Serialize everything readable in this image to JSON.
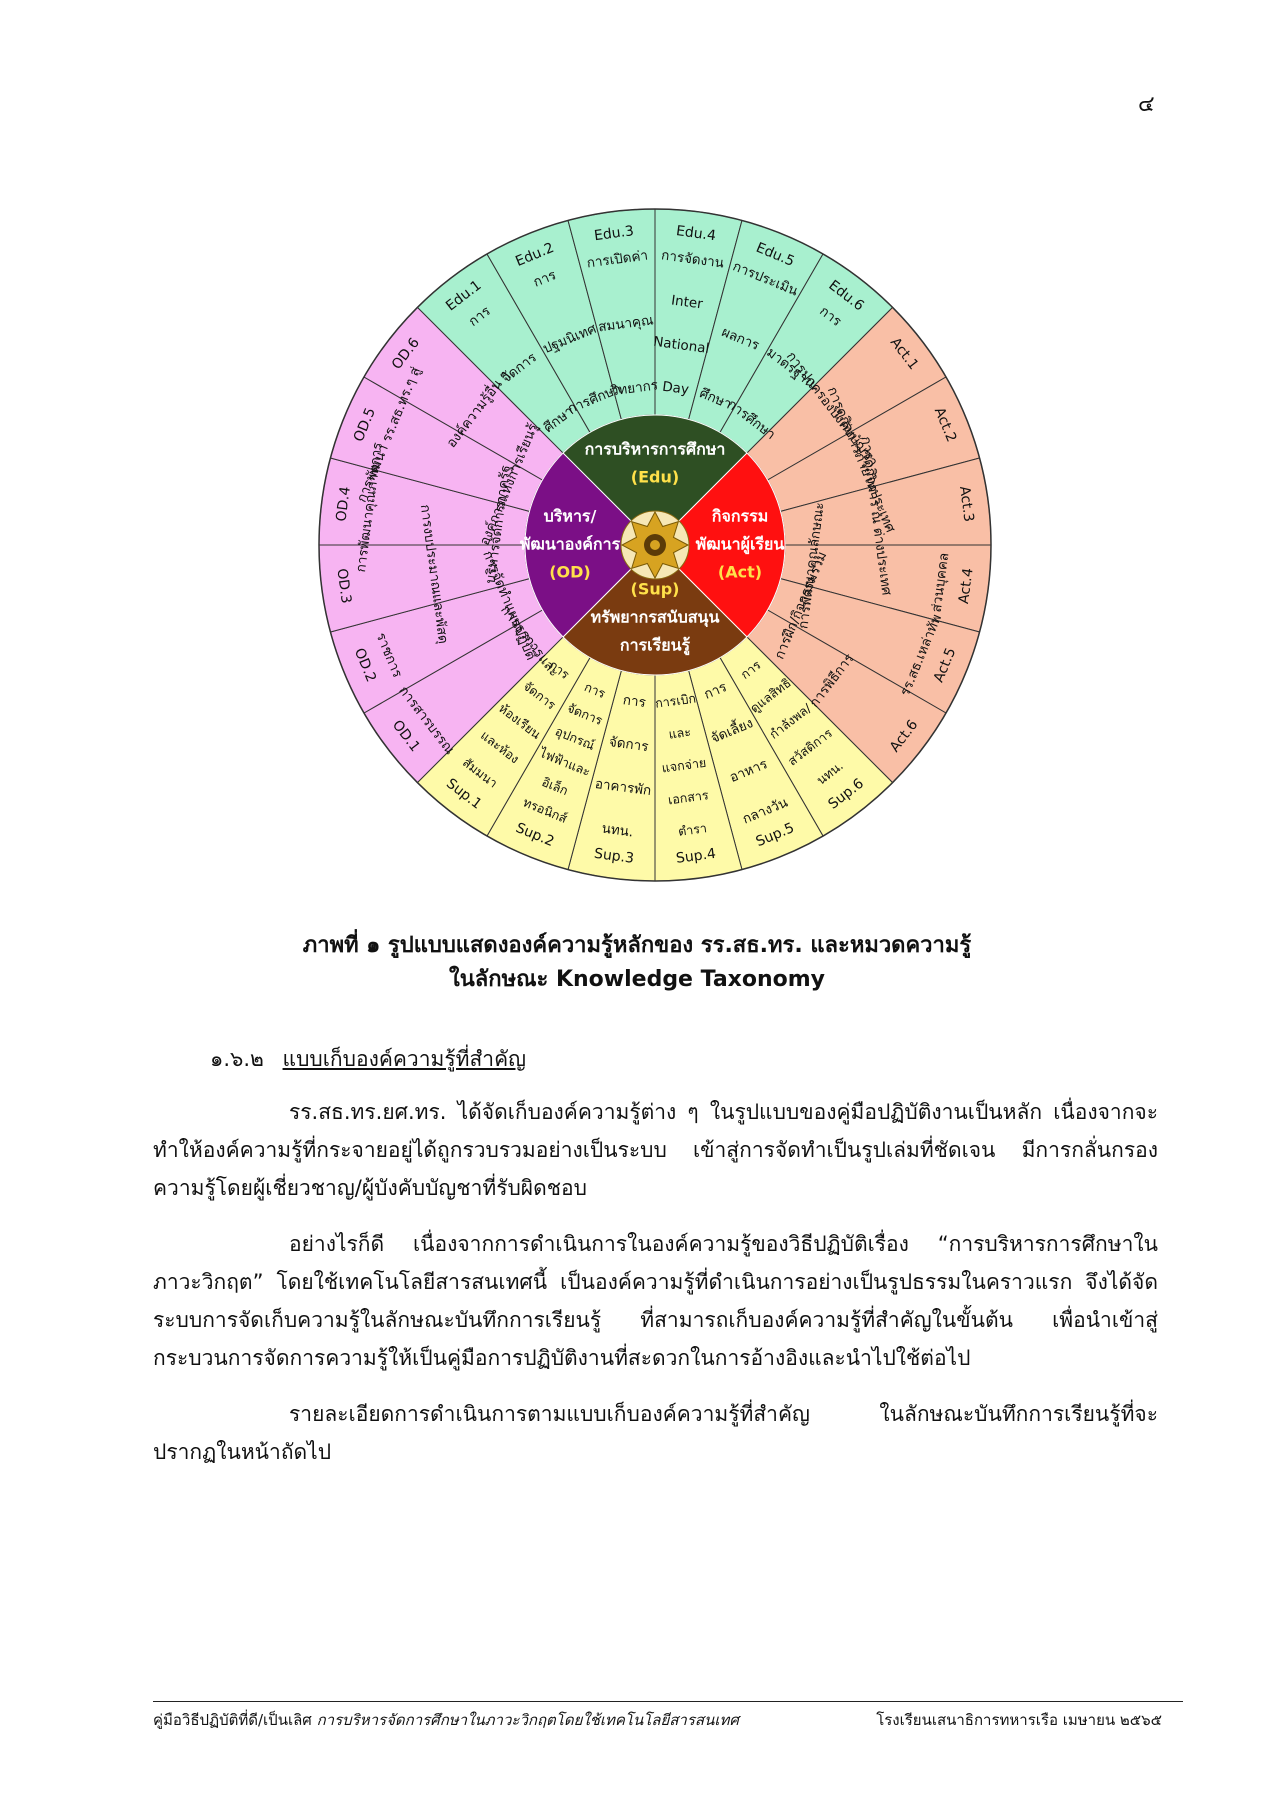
{
  "page_number": "๔",
  "figure": {
    "center_labels": {
      "edu": [
        "การบริหารการศึกษา",
        "(Edu)"
      ],
      "act": [
        "กิจกรรม",
        "พัฒนาผู้เรียน",
        "(Act)"
      ],
      "sup": [
        "(Sup)",
        "ทรัพยากรสนับสนุน",
        "การเรียนรู้"
      ],
      "od": [
        "บริหาร/",
        "พัฒนาองค์การ",
        "(OD)"
      ]
    },
    "colors": {
      "edu_outer": "#a8f0cf",
      "edu_inner": "#2e4f23",
      "act_outer": "#f9bfa6",
      "act_inner": "#ff1010",
      "sup_outer": "#fefaa8",
      "sup_inner": "#7a3b10",
      "od_outer": "#f7b4f2",
      "od_inner": "#7b0f86",
      "center_label_highlight": "#ffe14a",
      "emblem": "#d7a321"
    },
    "segments": [
      {
        "code": "Edu.1",
        "lines": [
          "การ",
          "จัดการ",
          "ศึกษา"
        ]
      },
      {
        "code": "Edu.2",
        "lines": [
          "การ",
          "ปฐมนิเทศ",
          "การศึกษา"
        ]
      },
      {
        "code": "Edu.3",
        "lines": [
          "การเปิดค่า",
          "สมนาคุณ",
          "วิทยากร"
        ]
      },
      {
        "code": "Edu.4",
        "lines": [
          "การจัดงาน",
          "Inter",
          "National",
          "Day"
        ]
      },
      {
        "code": "Edu.5",
        "lines": [
          "การประเมิน",
          "ผลการ",
          "ศึกษา"
        ]
      },
      {
        "code": "Edu.6",
        "lines": [
          "การ",
          "มาตรฐาน",
          "การศึกษา"
        ]
      },
      {
        "code": "Act.1",
        "lines": [
          "การปกครองบังคับบัญชา"
        ]
      },
      {
        "code": "Act.2",
        "lines": [
          "การดูกิจการภายในประเทศ"
        ]
      },
      {
        "code": "Act.3",
        "lines": [
          "การดูกิจการ ณ ต่างประเทศ"
        ]
      },
      {
        "code": "Act.4",
        "lines": [
          "การพัฒนาคุณลักษณะ",
          "ส่วนบุคคล"
        ]
      },
      {
        "code": "Act.5",
        "lines": [
          "การฝึก/กิจกรรมร่วม",
          "รร.สธ.เหล่าทัพ"
        ]
      },
      {
        "code": "Act.6",
        "lines": [
          "การพิธีการ"
        ]
      },
      {
        "code": "Sup.6",
        "lines": [
          "การ",
          "ดูแลสิทธิ",
          "กำลังพล/",
          "สวัสดิการ",
          "นทน."
        ]
      },
      {
        "code": "Sup.5",
        "lines": [
          "การ",
          "จัดเลี้ยง",
          "อาหาร",
          "กลางวัน"
        ]
      },
      {
        "code": "Sup.4",
        "lines": [
          "การเบิก",
          "และ",
          "แจกจ่าย",
          "เอกสาร",
          "ตำรา"
        ]
      },
      {
        "code": "Sup.3",
        "lines": [
          "การ",
          "จัดการ",
          "อาคารพัก",
          "นทน."
        ]
      },
      {
        "code": "Sup.2",
        "lines": [
          "การ",
          "จัดการ",
          "อุปกรณ์",
          "ไฟฟ้าและ",
          "อิเล็ก",
          "ทรอนิกส์"
        ]
      },
      {
        "code": "Sup.1",
        "lines": [
          "การ",
          "จัดการ",
          "ห้องเรียน",
          "และห้อง",
          "สัมมนา"
        ]
      },
      {
        "code": "OD.1",
        "lines": [
          "การธุรการและ",
          "การสารบรรณ"
        ]
      },
      {
        "code": "OD.2",
        "lines": [
          "การจัดทำแผนปฏิบัติ",
          "ราชการ"
        ]
      },
      {
        "code": "OD.3",
        "lines": [
          "การงบประมาณและพัสดุ"
        ]
      },
      {
        "code": "OD.4",
        "lines": [
          "การพัฒนาคุณภาพการ",
          "บริหารจัดการภาครัฐ"
        ]
      },
      {
        "code": "OD.5",
        "lines": [
          "การพัฒนา รร.สธ.ทร.ๆ สู่",
          "องค์การแห่งการเรียนรู้"
        ]
      },
      {
        "code": "OD.6",
        "lines": [
          "องค์ความรู้อื่น ๆ"
        ]
      }
    ]
  },
  "caption": {
    "line1": "ภาพที่ ๑ รูปแบบแสดงองค์ความรู้หลักของ รร.สธ.ทร. และหมวดความรู้",
    "line2": "ในลักษณะ Knowledge Taxonomy"
  },
  "section": {
    "number": "๑.๖.๒",
    "title": "แบบเก็บองค์ความรู้ที่สำคัญ"
  },
  "paragraphs": [
    "รร.สธ.ทร.ยศ.ทร. ได้จัดเก็บองค์ความรู้ต่าง ๆ ในรูปแบบของคู่มือปฏิบัติงานเป็นหลัก เนื่องจากจะทำให้องค์ความรู้ที่กระจายอยู่ได้ถูกรวบรวมอย่างเป็นระบบ เข้าสู่การจัดทำเป็นรูปเล่มที่ชัดเจน มีการกลั่นกรองความรู้โดยผู้เชี่ยวชาญ/ผู้บังคับบัญชาที่รับผิดชอบ",
    "อย่างไรก็ดี เนื่องจากการดำเนินการในองค์ความรู้ของวิธีปฏิบัติเรื่อง “การบริหารการศึกษาในภาวะวิกฤต” โดยใช้เทคโนโลยีสารสนเทศนี้ เป็นองค์ความรู้ที่ดำเนินการอย่างเป็นรูปธรรมในคราวแรก จึงได้จัดระบบการจัดเก็บความรู้ในลักษณะบันทึกการเรียนรู้ ที่สามารถเก็บองค์ความรู้ที่สำคัญในขั้นต้น เพื่อนำเข้าสู่กระบวนการจัดการความรู้ให้เป็นคู่มือการปฏิบัติงานที่สะดวกในการอ้างอิงและนำไปใช้ต่อไป",
    "รายละเอียดการดำเนินการตามแบบเก็บองค์ความรู้ที่สำคัญ ในลักษณะบันทึกการเรียนรู้ที่จะปรากฏในหน้าถัดไป"
  ],
  "footer": {
    "left_prefix": "คู่มือวิธีปฏิบัติที่ดี/เป็นเลิศ",
    "left_title": "การบริหารจัดการศึกษาในภาวะวิกฤตโดยใช้เทคโนโลยีสารสนเทศ",
    "right": "โรงเรียนเสนาธิการทหารเรือ  เมษายน ๒๕๖๕"
  }
}
